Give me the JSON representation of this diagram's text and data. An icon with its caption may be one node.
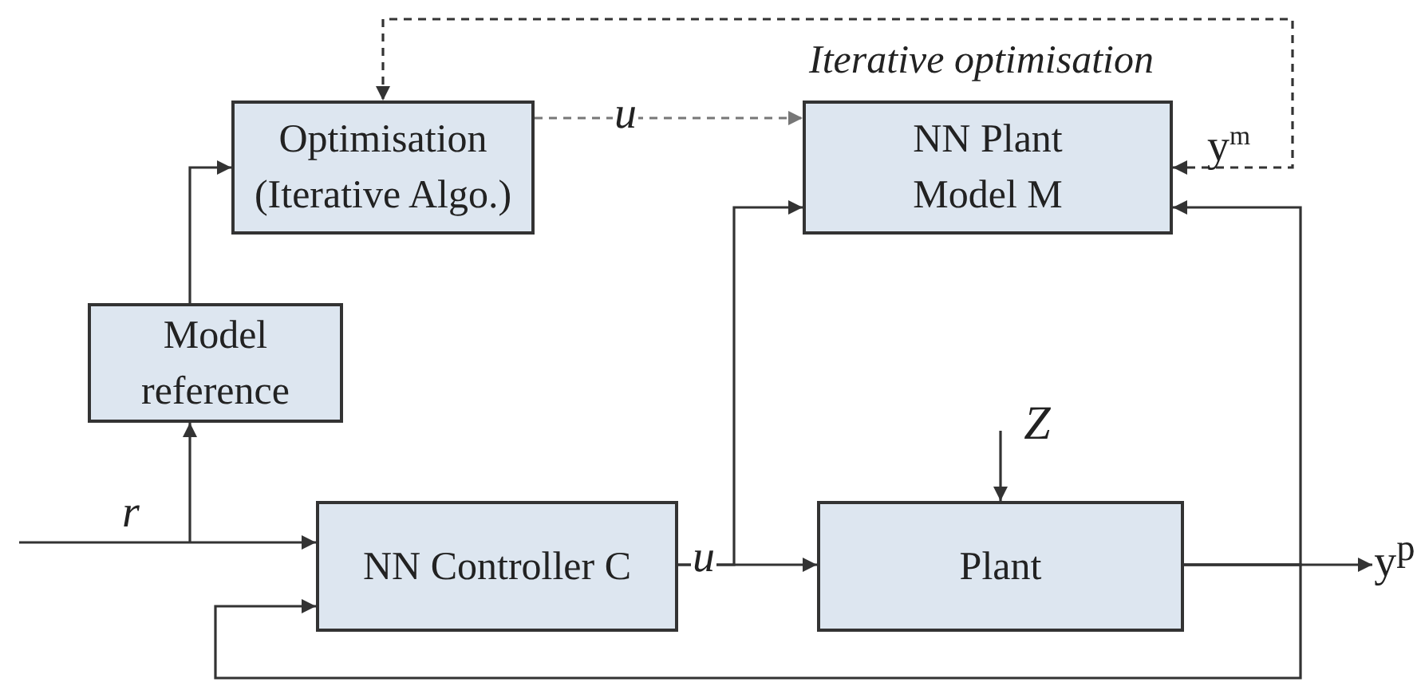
{
  "diagram": {
    "nodes": [
      {
        "text": [
          "Optimisation (Iterative Algo.)"
        ]
      },
      {
        "text": [
          "NN Plant Model M"
        ]
      },
      {
        "text": [
          "Model reference"
        ]
      },
      {
        "text": [
          "NN Controller C"
        ]
      },
      {
        "text": [
          "Plant"
        ]
      }
    ],
    "edges": [
      {
        "from": 0,
        "to": 1,
        "arrow": "to",
        "label": "u",
        "style": "dashed",
        "color": "#777777"
      },
      {
        "from": 1,
        "to": 0,
        "arrow": "both",
        "label": "Iterative optimisation",
        "style": "dashed"
      },
      {
        "from": 2,
        "to": 0,
        "arrow": "to"
      },
      {
        "from": null,
        "to": 3,
        "arrow": "to",
        "label": "r"
      },
      {
        "from": null,
        "to": 2,
        "arrow": "to"
      },
      {
        "from": 3,
        "to": 4,
        "arrow": "to",
        "label": "u"
      },
      {
        "from": 3,
        "to": 1,
        "arrow": "to"
      },
      {
        "from": 4,
        "to": null,
        "arrow": "to",
        "label": "y$^{p}$"
      },
      {
        "from": 4,
        "to": 1,
        "arrow": "to"
      },
      {
        "from": 4,
        "to": 3,
        "arrow": "to"
      },
      {
        "from": null,
        "to": 4,
        "arrow": "to",
        "label": "Z"
      }
    ],
    "labels": [
      "y$^{m}$"
    ]
  }
}
